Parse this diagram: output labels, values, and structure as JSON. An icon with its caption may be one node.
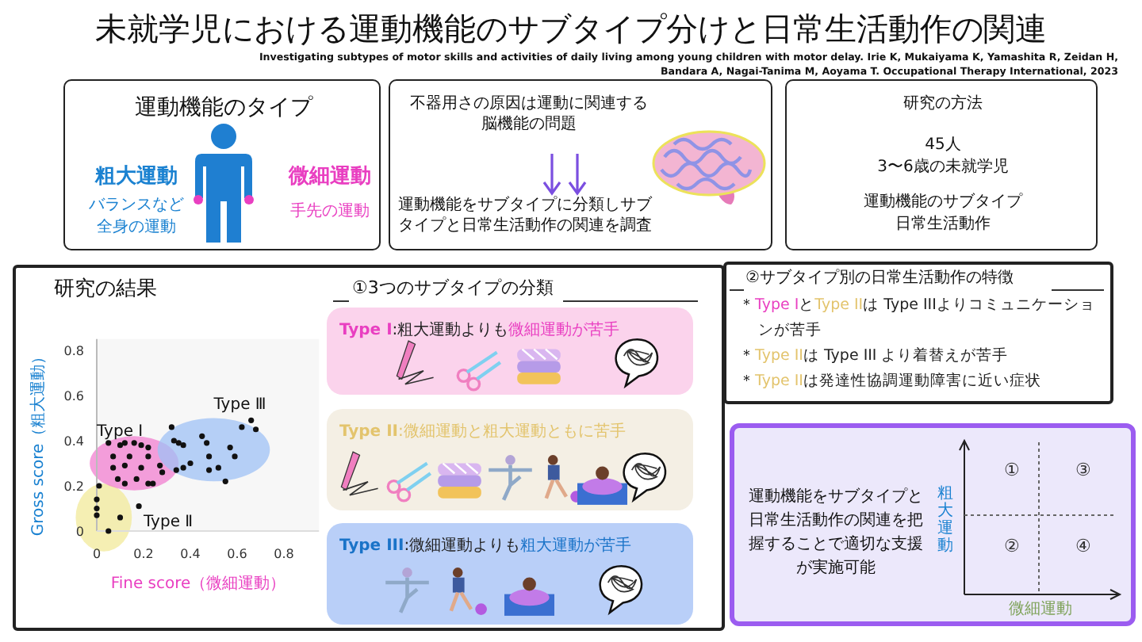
{
  "diagram": {
    "title": "未就学児における運動機能のサブタイプ分けと日常生活動作の関連",
    "caption": "Investigating subtypes of motor skills and activities of daily living among young children with motor delay. Irie K, Mukaiyama K, Yamashita R, Zeidan H, Bandara A, Nagai-Tanima M, Aoyama T. Occupational Therapy International, 2023",
    "nodes": [
      {
        "text": [
          "運動機能のタイプ",
          "粗大運動",
          "バランスなど",
          "全身の運動",
          "微細運動",
          "手先の運動"
        ]
      },
      {
        "text": [
          "不器用さの原因は運動に関連する脳機能の問題",
          "運動機能をサブタイプに分類しサブタイプと日常生活動作の関連を調査"
        ]
      },
      {
        "text": [
          "研究の方法",
          "45人",
          "3〜6歳の未就学児",
          "運動機能のサブタイプ",
          "日常生活動作"
        ]
      },
      {
        "text": [
          "研究の結果",
          "①3つのサブタイプの分類"
        ]
      },
      {
        "text": [
          "Type I",
          ":粗大運動よりも",
          "微細運動が苦手"
        ],
        "in": 3
      },
      {
        "text": [
          "Type II",
          ":微細運動と粗大運動ともに苦手"
        ],
        "in": 3
      },
      {
        "text": [
          "Type III",
          ":微細運動よりも",
          "粗大運動が苦手"
        ],
        "in": 3
      },
      {
        "text": [
          "②サブタイプ別の日常生活動作の特徴",
          "＊",
          "Type I",
          "と",
          "Type II",
          "は Type IIIよりコミュニケーションが苦手",
          "＊",
          "Type II",
          "は Type III より着替えが苦手",
          "＊",
          "Type II",
          "は発達性協調運動障害に近い症状"
        ]
      },
      {
        "text": [
          "運動機能をサブタイプと日常生活動作の関連を把握することで適切な支援が実施可能"
        ]
      }
    ],
    "edges": [],
    "labels": [
      "①",
      "③",
      "②",
      "④",
      "粗大運動",
      "微細運動"
    ],
    "chart_data": {
      "type": "scatter",
      "xlabel": "Fine score（微細運動）",
      "ylabel": "Gross score（粗大運動）",
      "x": [
        0.05,
        0.1,
        0.12,
        0.16,
        0.19,
        0.22,
        0.07,
        0.14,
        0.22,
        0.07,
        0.12,
        0.19,
        0.27,
        0.09,
        0.12,
        0.17,
        0.22,
        0.24,
        0.28,
        0.32,
        0.33,
        0.35,
        0.37,
        0.34,
        0.37,
        0.4,
        0.45,
        0.47,
        0.48,
        0.48,
        0.52,
        0.55,
        0.57,
        0.59,
        0.62,
        0.66,
        0.68,
        0.01,
        0.0,
        0.0,
        0.0,
        0.1,
        0.18,
        0.05
      ],
      "series": [
        {
          "color": "#111111",
          "values": [
            0.39,
            0.38,
            0.39,
            0.39,
            0.38,
            0.37,
            0.33,
            0.33,
            0.33,
            0.28,
            0.29,
            0.28,
            0.29,
            0.23,
            0.21,
            0.23,
            0.21,
            0.21,
            0.26,
            0.46,
            0.4,
            0.39,
            0.38,
            0.27,
            0.28,
            0.3,
            0.42,
            0.39,
            0.33,
            0.27,
            0.28,
            0.22,
            0.37,
            0.33,
            0.46,
            0.49,
            0.45,
            0.2,
            0.14,
            0.1,
            0.07,
            0.06,
            0.11,
            0.0
          ]
        }
      ],
      "xticks": [
        0,
        0.2,
        0.4,
        0.6,
        0.8
      ],
      "yticks": [
        0,
        0.2,
        0.4,
        0.6,
        0.8
      ],
      "xlim": [
        0,
        0.95
      ],
      "ylim": [
        0,
        0.85
      ],
      "annotations": [
        "Type Ⅰ",
        "Type Ⅱ",
        "Type Ⅲ"
      ]
    }
  }
}
